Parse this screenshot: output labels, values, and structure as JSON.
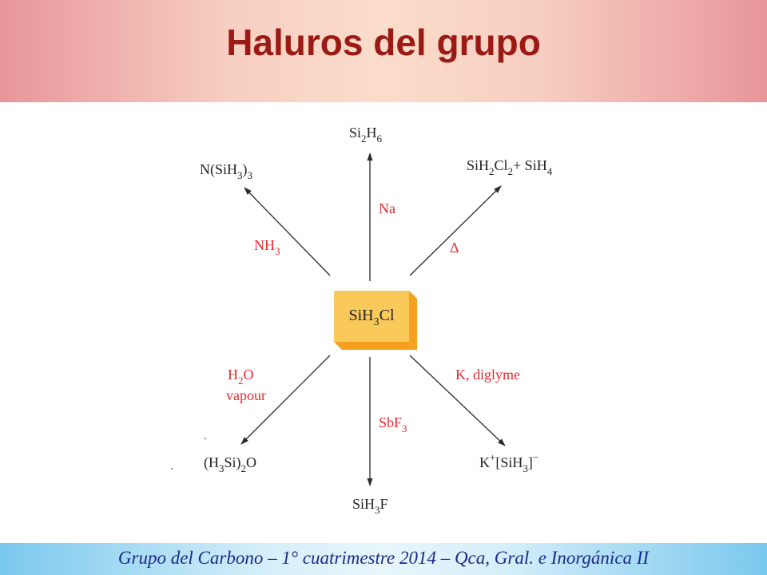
{
  "slide": {
    "title": "Haluros del grupo",
    "footer": "Grupo del Carbono – 1° cuatrimestre 2014 – Qca, Gral. e Inorgánica II"
  },
  "diagram": {
    "center": {
      "base": "SiH",
      "sub": "3",
      "tail": "Cl"
    },
    "reagents": {
      "na": "Na",
      "nh3": {
        "base": "NH",
        "sub": "3"
      },
      "delta": "Δ",
      "h2o": {
        "base": "H",
        "sub": "2",
        "tail": "O"
      },
      "vapour": "vapour",
      "sbf3": {
        "base": "SbF",
        "sub": "3"
      },
      "k_diglyme": "K, diglyme"
    },
    "products": {
      "si2h6": {
        "a": "Si",
        "s1": "2",
        "b": "H",
        "s2": "6"
      },
      "n_sih3_3": {
        "a": "N(SiH",
        "s1": "3",
        "b": ")",
        "s2": "3"
      },
      "sih2cl2_sih4": {
        "a": "SiH",
        "s1": "2",
        "b": "Cl",
        "s2": "2",
        "c": "+ SiH",
        "s3": "4"
      },
      "h3si2o": {
        "a": "(H",
        "s1": "3",
        "b": "Si)",
        "s2": "2",
        "c": "O"
      },
      "sih3f": {
        "a": "SiH",
        "s1": "3",
        "b": "F"
      },
      "k_sih3": {
        "a": "K",
        "sup1": "+",
        "b": "[SiH",
        "s1": "3",
        "c": "]",
        "sup2": "−"
      }
    },
    "colors": {
      "reagent": "#e8292f",
      "box": "#f9c95a",
      "box_side": "#f5a01e",
      "arrow": "#2a2a2a",
      "text": "#222222"
    }
  }
}
